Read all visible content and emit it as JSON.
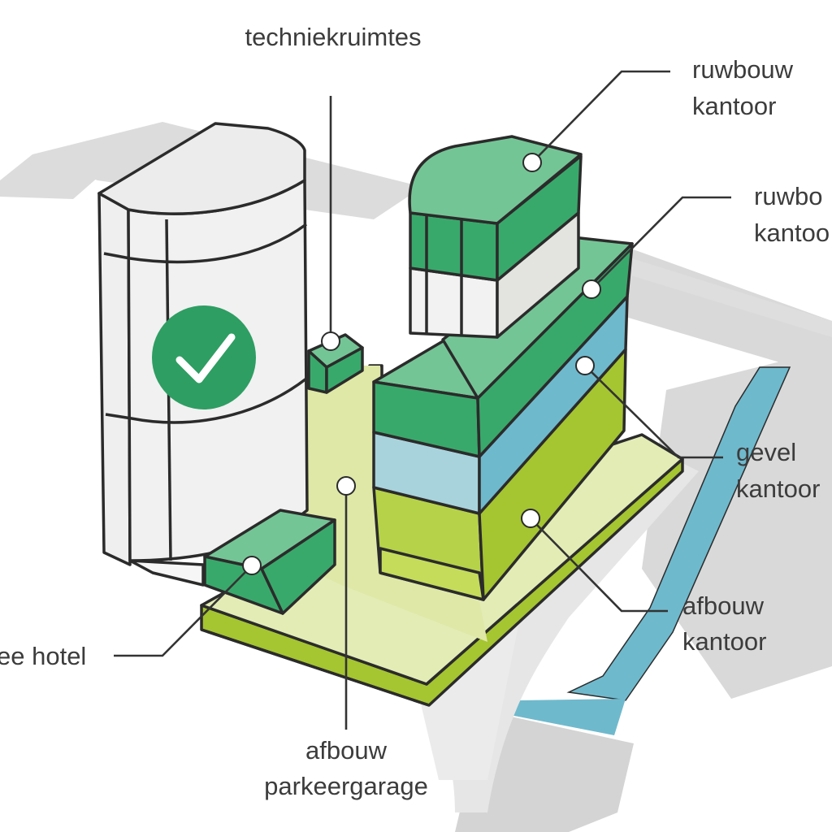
{
  "labels": {
    "techniekruimtes": "techniekruimtes",
    "ruwbouw_kantoor_1": {
      "line1": "ruwbouw",
      "line2": "kantoor"
    },
    "ruwbouw_kantoor_2": {
      "line1": "ruwbo",
      "line2": "kantoo"
    },
    "gevel_kantoor": {
      "line1": "gevel",
      "line2": "kantoor"
    },
    "afbouw_kantoor": {
      "line1": "afbouw",
      "line2": "kantoor"
    },
    "hotel": "ee hotel",
    "afbouw_parkeergarage": {
      "line1": "afbouw",
      "line2": "parkeergarage"
    }
  },
  "colors": {
    "green_dark": "#39a96b",
    "green_light": "#74c596",
    "blue": "#6fb9cd",
    "blue_light": "#a8d3dc",
    "lime": "#a5c531",
    "lime_light": "#dfe8a6",
    "tower_white": "#f4f4f4",
    "tower_shade": "#e2e2e2",
    "road": "#d7d7d7",
    "water": "#6fb9cd"
  },
  "icons": {
    "completed_badge": "check-circle-icon"
  }
}
